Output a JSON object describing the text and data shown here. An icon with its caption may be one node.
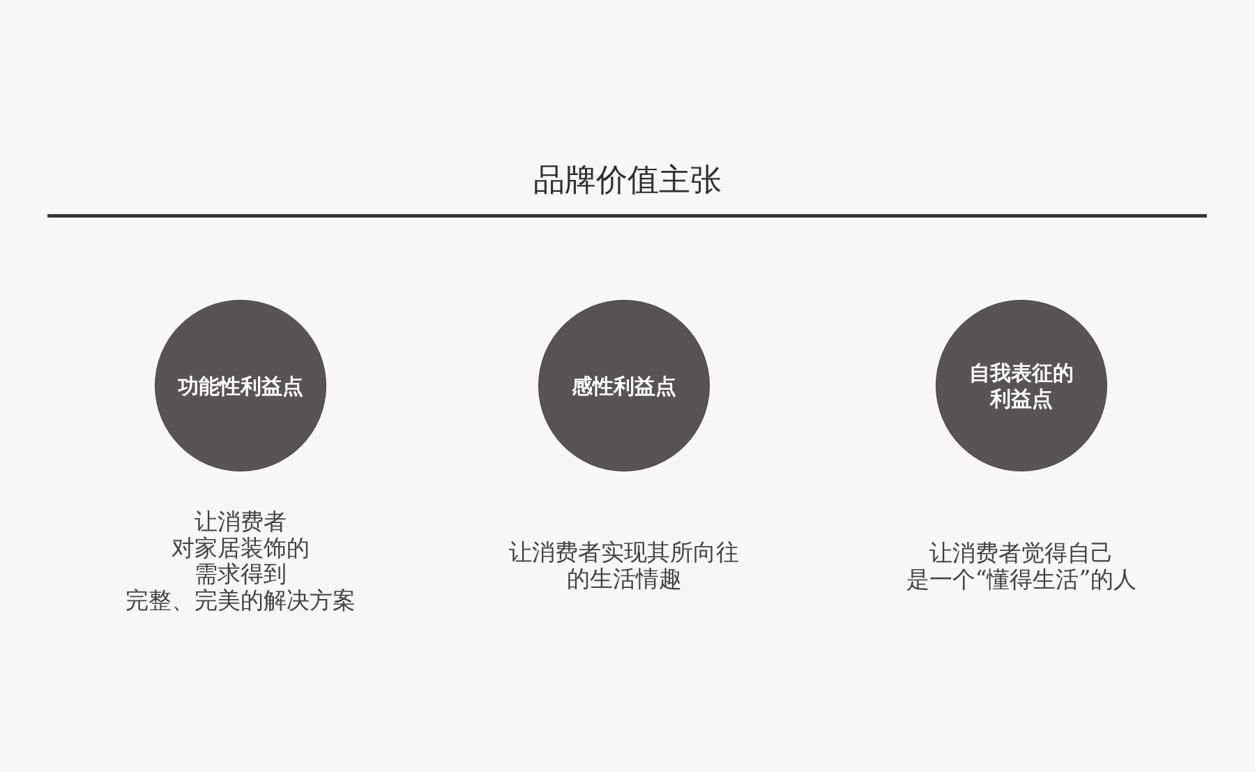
{
  "diagram": {
    "title": "品牌价值主张",
    "nodes": [
      {
        "text": [
          "功能性利益点"
        ],
        "beside": [
          "让消费者对家居装饰的需求得到完整、完美的解决方案"
        ]
      },
      {
        "text": [
          "感性利益点"
        ],
        "beside": [
          "让消费者实现其所向往的生活情趣"
        ]
      },
      {
        "text": [
          "自我表征的利益点"
        ],
        "beside": [
          "让消费者觉得自己是一个“懂得生活”的人"
        ]
      }
    ]
  }
}
